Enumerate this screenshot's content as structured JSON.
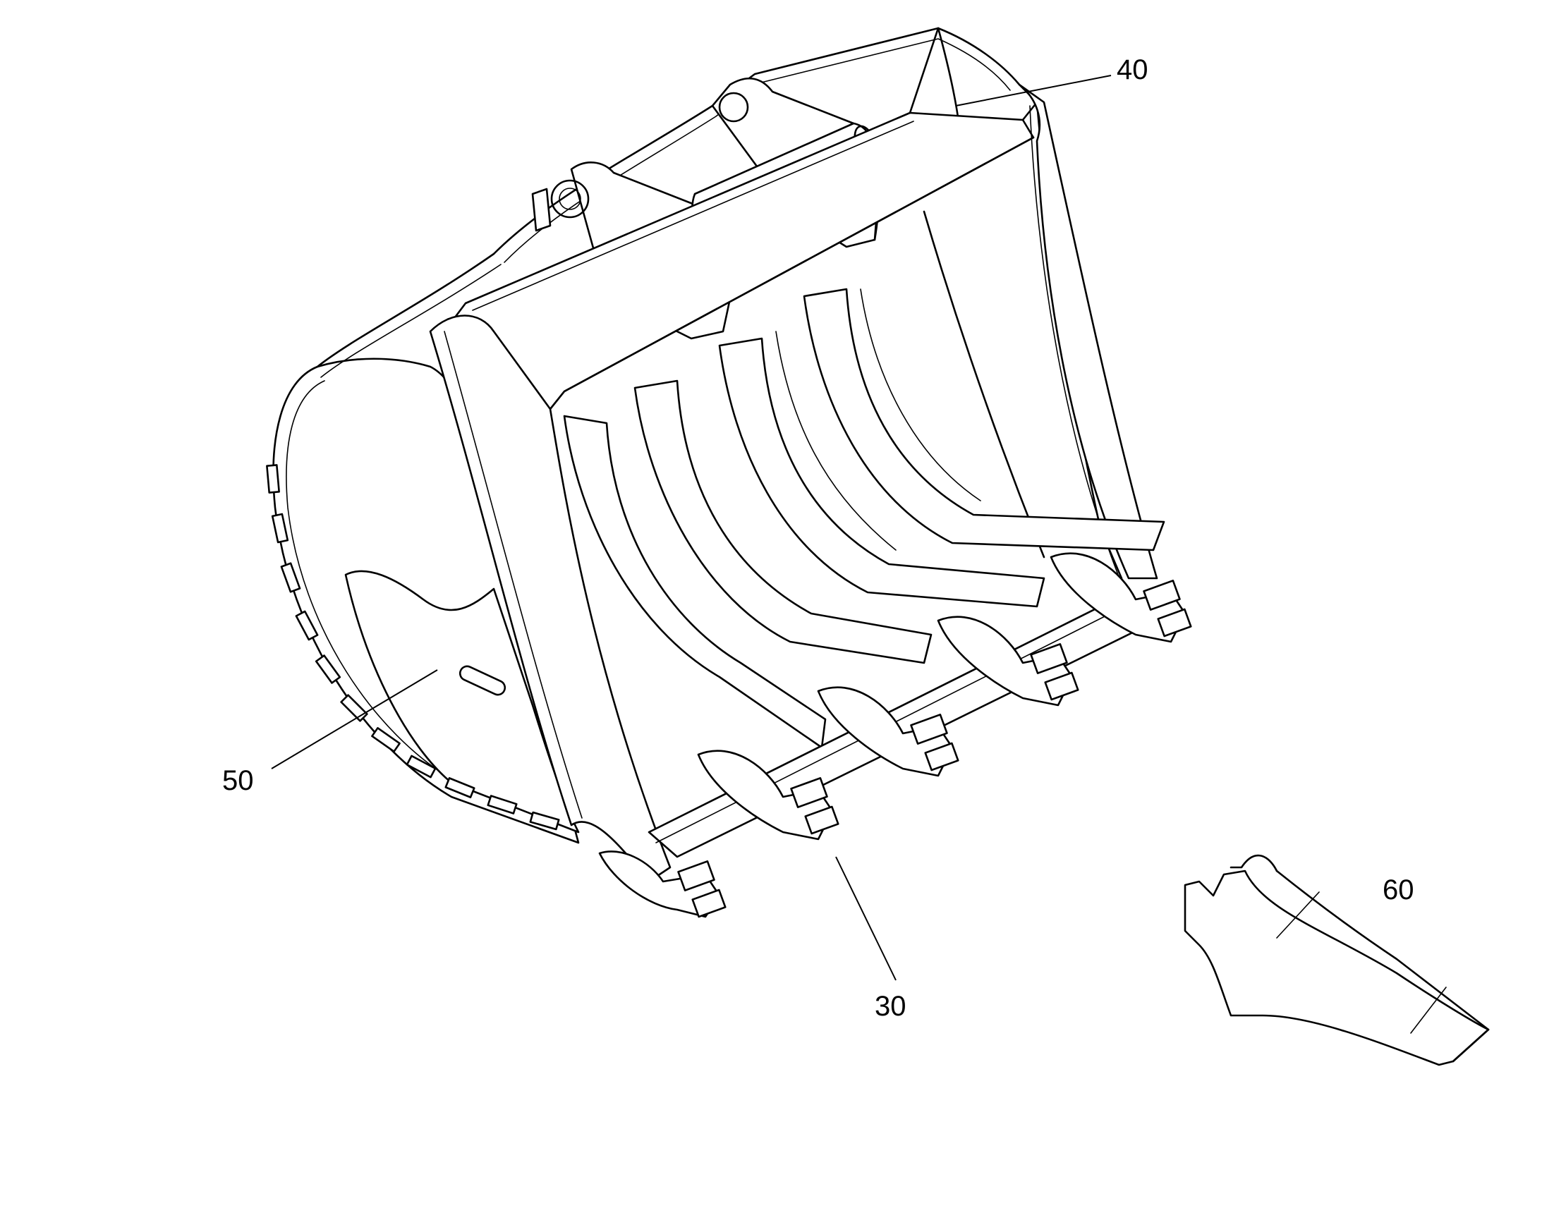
{
  "figure": {
    "labels": {
      "ref_40": "40",
      "ref_50": "50",
      "ref_30": "30",
      "ref_60": "60"
    },
    "line_color": "#000000",
    "background_color": "#ffffff"
  }
}
